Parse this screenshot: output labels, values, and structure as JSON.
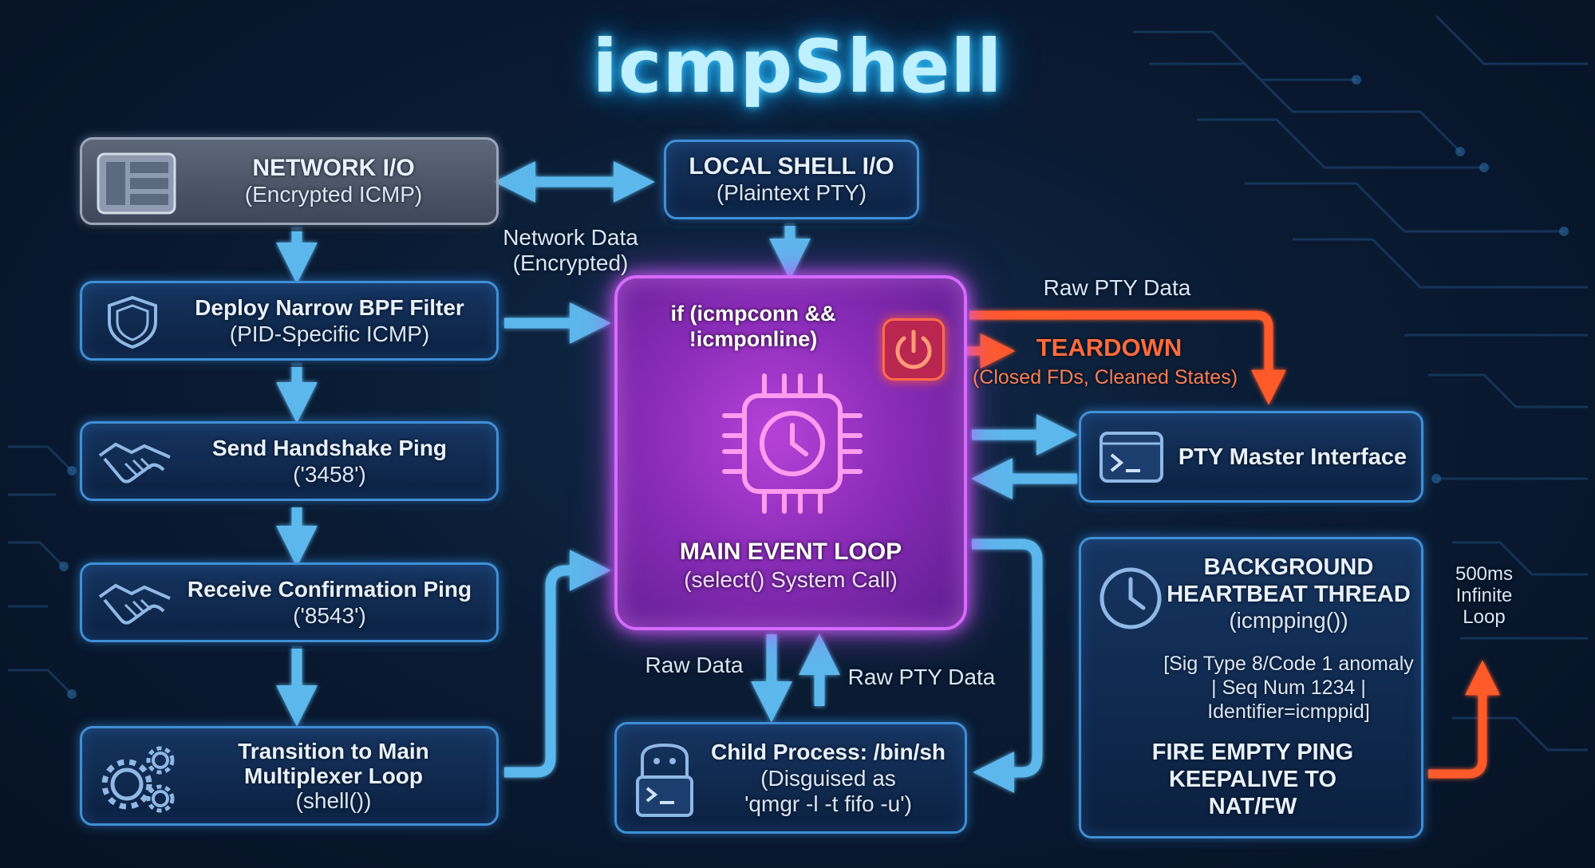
{
  "title": "icmpShell",
  "nodes": {
    "network_io": {
      "title": "NETWORK I/O",
      "sub": "(Encrypted ICMP)"
    },
    "local_shell": {
      "title": "LOCAL SHELL I/O",
      "sub": "(Plaintext PTY)"
    },
    "bpf": {
      "title": "Deploy Narrow BPF Filter",
      "sub": "(PID-Specific ICMP)"
    },
    "handshake": {
      "title": "Send Handshake Ping",
      "sub": "('3458')"
    },
    "confirm": {
      "title": "Receive Confirmation Ping",
      "sub": "('8543')"
    },
    "transition": {
      "line1": "Transition to Main",
      "line2": "Multiplexer Loop",
      "sub": "(shell())"
    },
    "main_loop": {
      "condition1": "if (icmpconn &&",
      "condition2": "!icmponline)",
      "title": "MAIN EVENT LOOP",
      "sub": "(select() System Call)"
    },
    "pty_master": {
      "title": "PTY Master Interface"
    },
    "child": {
      "title": "Child Process: /bin/sh",
      "sub1": "(Disguised as",
      "sub2": "'qmgr -l -t fifo -u')"
    },
    "heartbeat": {
      "title1": "BACKGROUND",
      "title2": "HEARTBEAT THREAD",
      "sub": "(icmpping())",
      "detail1": "[Sig Type 8/Code 1 anomaly",
      "detail2": "| Seq Num 1234 |",
      "detail3": "Identifier=icmppid]",
      "fire1": "FIRE EMPTY PING",
      "fire2": "KEEPALIVE TO",
      "fire3": "NAT/FW"
    }
  },
  "labels": {
    "network_data1": "Network Data",
    "network_data2": "(Encrypted)",
    "raw_pty_top": "Raw PTY Data",
    "teardown": "TEARDOWN",
    "teardown_sub": "(Closed FDs, Cleaned States)",
    "raw_data": "Raw Data",
    "raw_pty_bottom": "Raw PTY Data",
    "loop1": "500ms",
    "loop2": "Infinite",
    "loop3": "Loop"
  },
  "icons": [
    "dashboard-icon",
    "shield-icon",
    "handshake-icon",
    "gears-icon",
    "power-icon",
    "cpu-clock-icon",
    "terminal-icon",
    "ghost-terminal-icon",
    "clock-icon"
  ],
  "colors": {
    "accent": "#3fa8ff",
    "core": "#b642d8",
    "teardown": "#ff5a2a"
  }
}
